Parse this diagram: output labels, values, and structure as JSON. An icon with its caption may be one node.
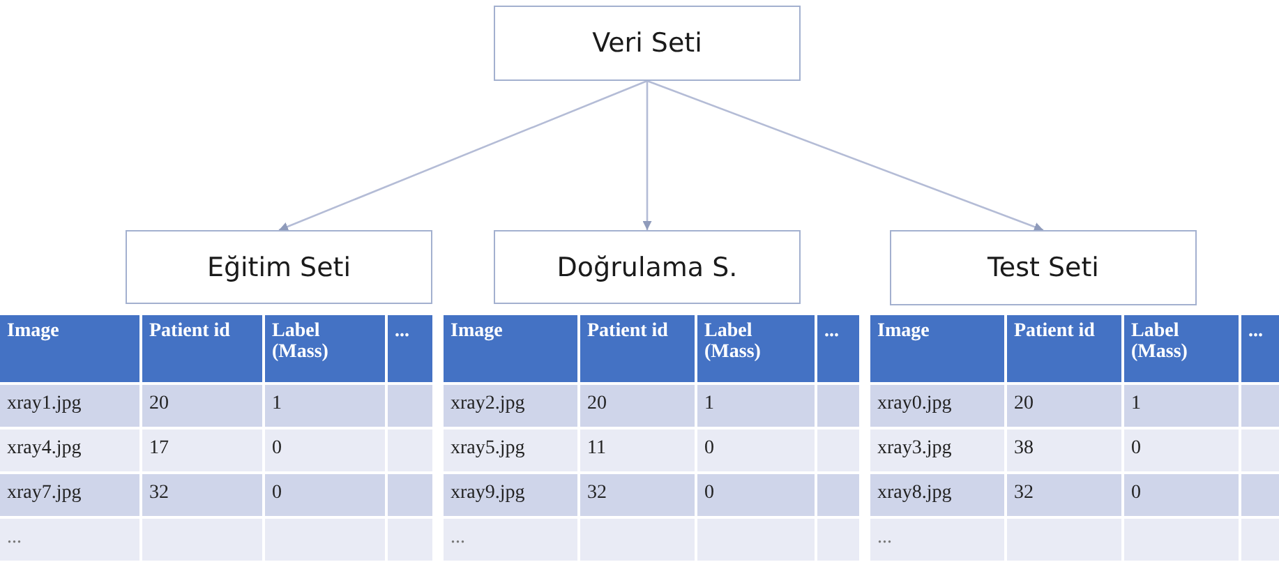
{
  "diagram": {
    "nodes": [
      {
        "text": [
          "Veri Seti"
        ]
      },
      {
        "text": [
          "Eğitim Seti"
        ]
      },
      {
        "text": [
          "Doğrulama S."
        ]
      },
      {
        "text": [
          "Test Seti"
        ]
      }
    ],
    "edges": [
      {
        "from": 0,
        "to": 1,
        "arrow": "to"
      },
      {
        "from": 0,
        "to": 2,
        "arrow": "to"
      },
      {
        "from": 0,
        "to": 3,
        "arrow": "to"
      }
    ],
    "labels": [
      "Image",
      "Patient id",
      "Label (Mass)",
      "...",
      "xray1.jpg",
      "20",
      "1",
      "xray4.jpg",
      "17",
      "0",
      "xray7.jpg",
      "32",
      "0",
      "...",
      "Image",
      "Patient id",
      "Label (Mass)",
      "...",
      "xray2.jpg",
      "20",
      "1",
      "xray5.jpg",
      "11",
      "0",
      "xray9.jpg",
      "32",
      "0",
      "...",
      "Image",
      "Patient id",
      "Label (Mass)",
      "...",
      "xray0.jpg",
      "20",
      "1",
      "xray3.jpg",
      "38",
      "0",
      "xray8.jpg",
      "32",
      "0",
      "..."
    ]
  }
}
